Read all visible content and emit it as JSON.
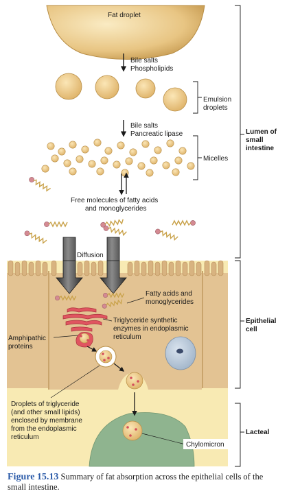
{
  "labels": {
    "fat_droplet": "Fat droplet",
    "bile_salts_1": "Bile salts",
    "phospholipids": "Phospholipids",
    "emulsion_1": "Emulsion",
    "emulsion_2": "droplets",
    "bile_salts_2": "Bile salts",
    "pancreatic_lipase": "Pancreatic lipase",
    "micelles": "Micelles",
    "free_1": "Free molecules of fatty acids",
    "free_2": "and monoglycerides",
    "diffusion": "Diffusion",
    "fa_1": "Fatty acids and",
    "fa_2": "monoglycerides",
    "tg_1": "Triglyceride synthetic",
    "tg_2": "enzymes in endoplasmic",
    "tg_3": "reticulum",
    "amph_1": "Amphipathic",
    "amph_2": "proteins",
    "drop_1": "Droplets of triglyceride",
    "drop_2": "(and other small lipids)",
    "drop_3": "enclosed by membrane",
    "drop_4": "from the endoplasmic",
    "drop_5": "reticulum",
    "chylomicron": "Chylomicron",
    "lumen_1": "Lumen of",
    "lumen_2": "small",
    "lumen_3": "intestine",
    "epi_1": "Epithelial",
    "epi_2": "cell",
    "lacteal": "Lacteal"
  },
  "caption": {
    "figure": "Figure 15.13",
    "text": "Summary of fat absorption across the epithelial cells of the small intestine."
  },
  "colors": {
    "fat": "#e9c98a",
    "cell": "#e3c393",
    "microvilli": "#d8b380",
    "lacteal": "#8fb48f",
    "er": "#e05560",
    "fatty_acid_head": "#d48a93",
    "fatty_acid_tail": "#c9a24a",
    "arrow": "#4a4a4a",
    "caption_blue": "#2a5aa8"
  }
}
